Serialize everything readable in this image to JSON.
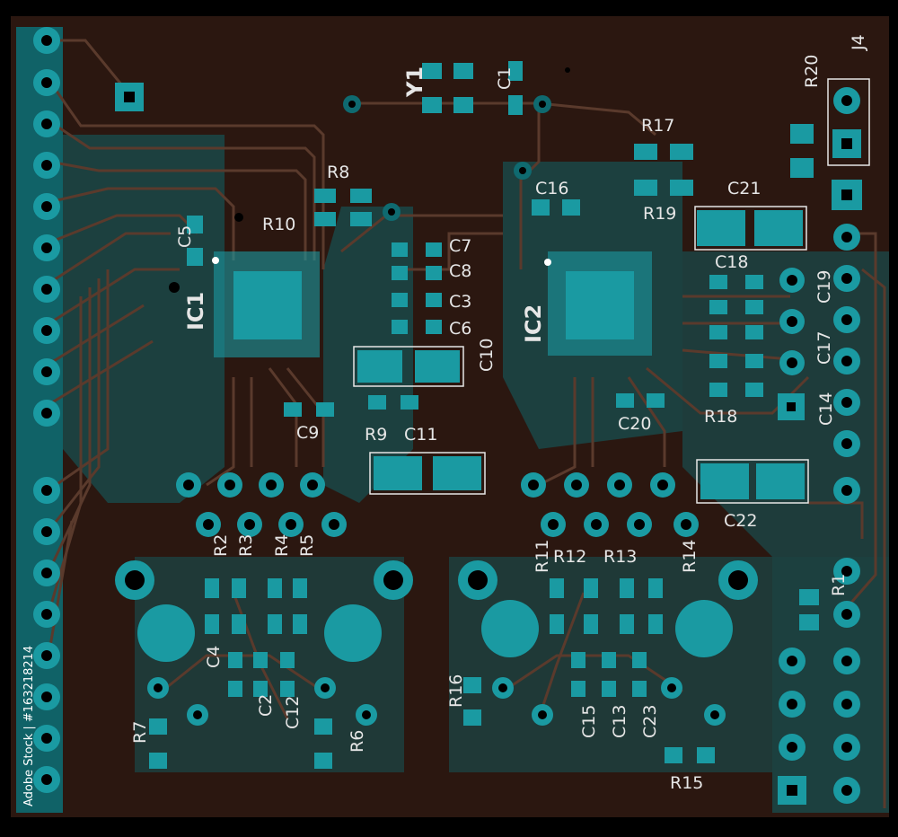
{
  "board": {
    "colors": {
      "substrate": "#2b1710",
      "copper": "#0f6a70",
      "trace": "#5a3a2c",
      "pad": "#1a9aa2",
      "silk": "#e6e6e6",
      "hole": "#000000"
    }
  },
  "labels": {
    "Y1": "Y1",
    "C1": "C1",
    "R20": "R20",
    "J4": "J4",
    "R17": "R17",
    "R19": "R19",
    "C16": "C16",
    "C21": "C21",
    "R8": "R8",
    "R10": "R10",
    "C5": "C5",
    "C7": "C7",
    "C8": "C8",
    "C3": "C3",
    "C6": "C6",
    "C10": "C10",
    "C18": "C18",
    "C19": "C19",
    "C17": "C17",
    "C14": "C14",
    "IC1": "IC1",
    "IC2": "IC2",
    "C9": "C9",
    "R9": "R9",
    "C11": "C11",
    "C20": "C20",
    "R18": "R18",
    "C22": "C22",
    "R2": "R2",
    "R3": "R3",
    "R4": "R4",
    "R5": "R5",
    "R11": "R11",
    "R12": "R12",
    "R13": "R13",
    "R14": "R14",
    "R1": "R1",
    "C4": "C4",
    "C2": "C2",
    "C12": "C12",
    "R7": "R7",
    "R6": "R6",
    "R16": "R16",
    "C15": "C15",
    "C13": "C13",
    "C23": "C23",
    "R15": "R15"
  },
  "stock": {
    "id": "Adobe Stock | #163218214",
    "watermark": "Adobe Stock"
  }
}
